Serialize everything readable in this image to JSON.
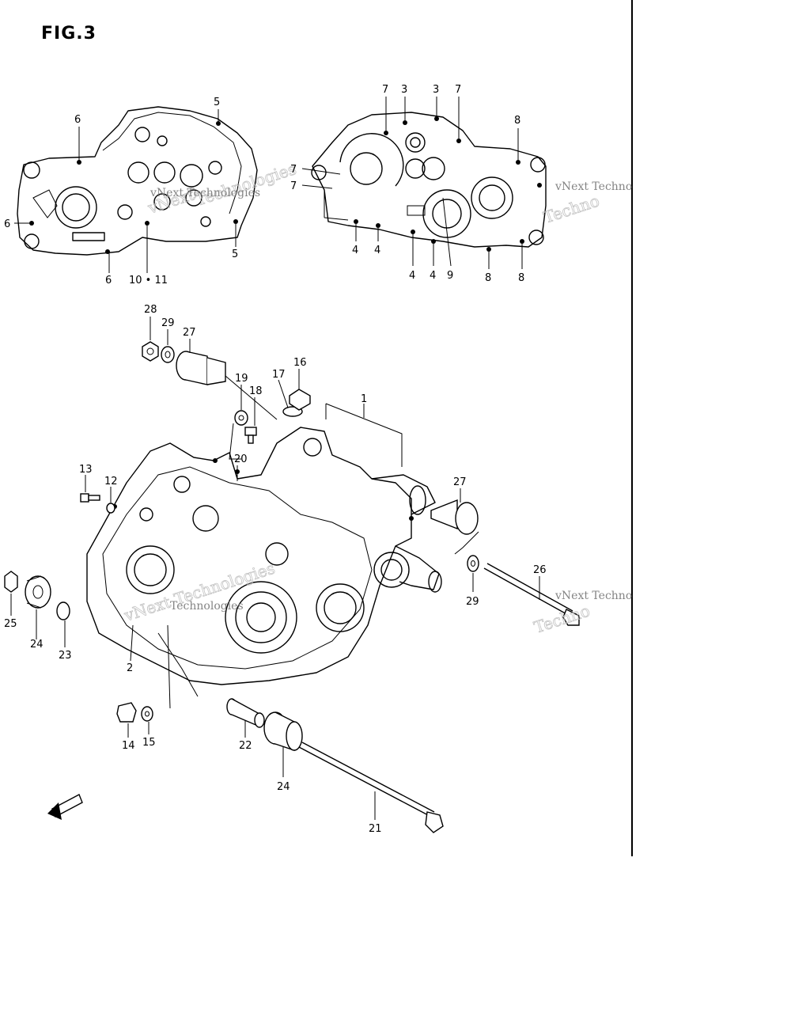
{
  "figure": {
    "title": "FIG.3"
  },
  "watermarks": [
    "vNext Technologies",
    "Technologies",
    "vNext Techno",
    "Techno"
  ],
  "callouts": [
    {
      "id": "c6a",
      "label": "6"
    },
    {
      "id": "c5a",
      "label": "5"
    },
    {
      "id": "c6b",
      "label": "6"
    },
    {
      "id": "c5b",
      "label": "5"
    },
    {
      "id": "c6c",
      "label": "6"
    },
    {
      "id": "c1011",
      "label": "10 • 11"
    },
    {
      "id": "c7a",
      "label": "7"
    },
    {
      "id": "c3a",
      "label": "3"
    },
    {
      "id": "c3b",
      "label": "3"
    },
    {
      "id": "c7b",
      "label": "7"
    },
    {
      "id": "c8a",
      "label": "8"
    },
    {
      "id": "c7c",
      "label": "7"
    },
    {
      "id": "c7d",
      "label": "7"
    },
    {
      "id": "c4a",
      "label": "4"
    },
    {
      "id": "c4b",
      "label": "4"
    },
    {
      "id": "c4c",
      "label": "4"
    },
    {
      "id": "c4d",
      "label": "4"
    },
    {
      "id": "c9",
      "label": "9"
    },
    {
      "id": "c8b",
      "label": "8"
    },
    {
      "id": "c8c",
      "label": "8"
    },
    {
      "id": "c28",
      "label": "28"
    },
    {
      "id": "c29a",
      "label": "29"
    },
    {
      "id": "c27a",
      "label": "27"
    },
    {
      "id": "c19",
      "label": "19"
    },
    {
      "id": "c18",
      "label": "18"
    },
    {
      "id": "c17",
      "label": "17"
    },
    {
      "id": "c16",
      "label": "16"
    },
    {
      "id": "c1",
      "label": "1"
    },
    {
      "id": "c20",
      "label": "20"
    },
    {
      "id": "c13",
      "label": "13"
    },
    {
      "id": "c12",
      "label": "12"
    },
    {
      "id": "c27b",
      "label": "27"
    },
    {
      "id": "c26",
      "label": "26"
    },
    {
      "id": "c29b",
      "label": "29"
    },
    {
      "id": "c25",
      "label": "25"
    },
    {
      "id": "c24a",
      "label": "24"
    },
    {
      "id": "c23",
      "label": "23"
    },
    {
      "id": "c2",
      "label": "2"
    },
    {
      "id": "c14",
      "label": "14"
    },
    {
      "id": "c15",
      "label": "15"
    },
    {
      "id": "c22",
      "label": "22"
    },
    {
      "id": "c24b",
      "label": "24"
    },
    {
      "id": "c21",
      "label": "21"
    }
  ]
}
